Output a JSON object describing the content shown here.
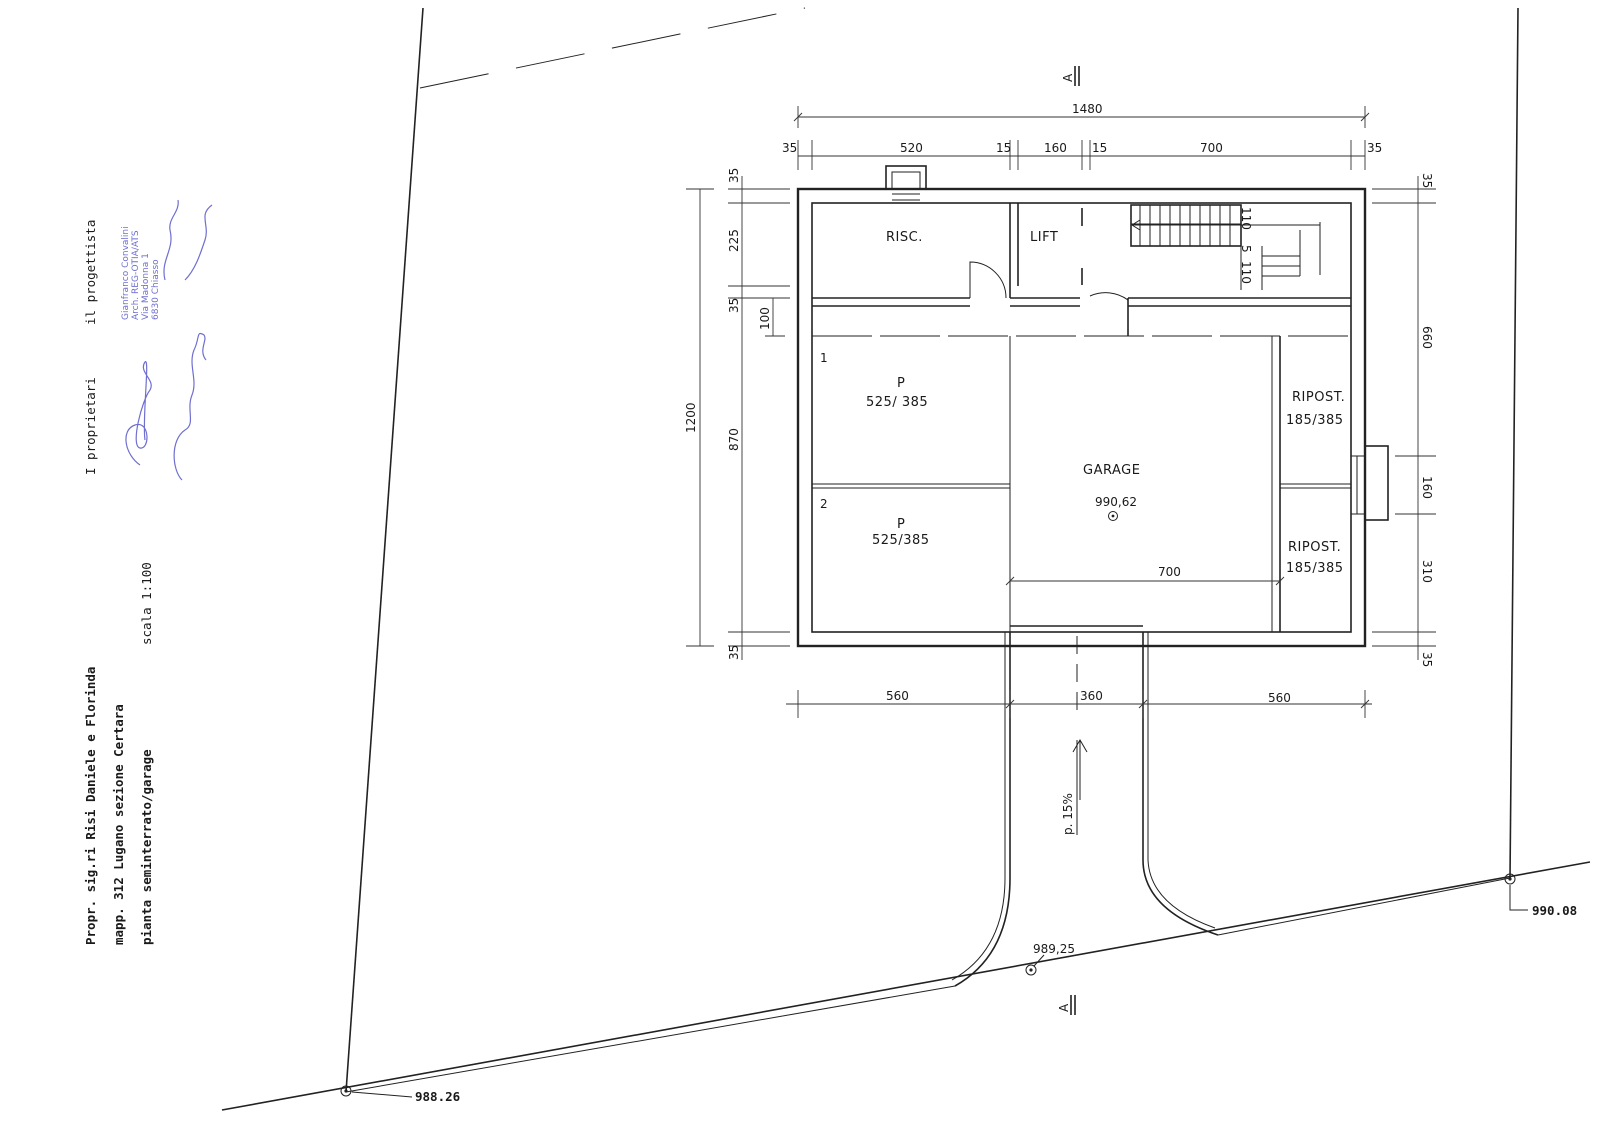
{
  "title_block": {
    "owners_line": "Propr. sig.ri Risi Daniele e Florinda",
    "parcel_line": "mapp. 312 Lugano sezione Certara",
    "plan_line": "pianta seminterrato/garage",
    "scale": "scala 1:100",
    "owners_label": "I proprietari",
    "designer_label": "il progettista",
    "designer_stamp": [
      "Gianfranco Convalini",
      "Arch. REG-OTIA/ATS",
      "Via Madonna 1",
      "6830 Chiasso"
    ]
  },
  "rooms": {
    "risc": "RISC.",
    "lift": "LIFT",
    "p1_num": "1",
    "p1_name": "P",
    "p1_size": "525/ 385",
    "p2_num": "2",
    "p2_name": "P",
    "p2_size": "525/385",
    "garage": "GARAGE",
    "garage_level": "990,62",
    "ripost1_name": "RIPOST.",
    "ripost1_size": "185/385",
    "ripost2_name": "RIPOST.",
    "ripost2_size": "185/385"
  },
  "dimensions": {
    "total_width": "1480",
    "top": [
      "35",
      "520",
      "15",
      "160",
      "15",
      "700",
      "35"
    ],
    "left_total": "1200",
    "left": [
      "35",
      "225",
      "35",
      "100",
      "870",
      "35"
    ],
    "right": [
      "35",
      "660",
      "160",
      "310",
      "35"
    ],
    "bottom": [
      "560",
      "360",
      "560"
    ],
    "garage_inner": "700",
    "stair": [
      "110",
      "5",
      "110"
    ]
  },
  "ramp": {
    "slope": "p. 15%"
  },
  "levels": {
    "left_corner": "988.26",
    "right_corner": "990.08",
    "ramp_entry": "989,25"
  },
  "section_marks": {
    "top": "A",
    "bottom": "A"
  }
}
